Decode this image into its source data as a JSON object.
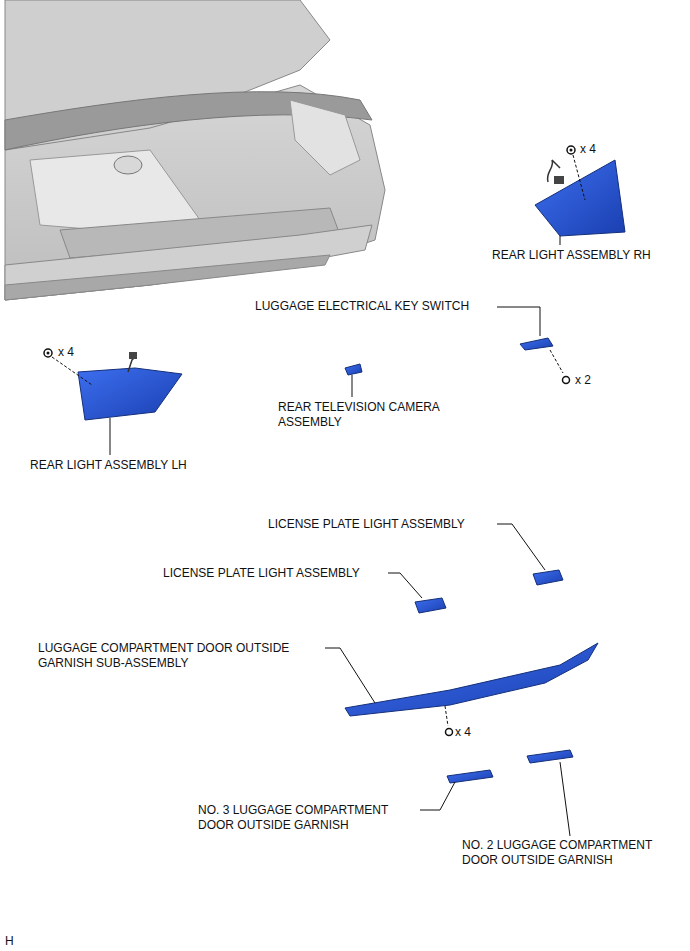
{
  "diagram": {
    "labels": [
      "x 4",
      "REAR LIGHT ASSEMBLY RH",
      "LUGGAGE ELECTRICAL KEY SWITCH",
      "x 4",
      "x 2",
      "REAR TELEVISION CAMERA ASSEMBLY",
      "REAR LIGHT ASSEMBLY LH",
      "LICENSE PLATE LIGHT ASSEMBLY",
      "LICENSE PLATE LIGHT ASSEMBLY",
      "LUGGAGE COMPARTMENT DOOR OUTSIDE GARNISH SUB-ASSEMBLY",
      "x 4",
      "NO. 3 LUGGAGE COMPARTMENT DOOR OUTSIDE GARNISH",
      "NO. 2 LUGGAGE COMPARTMENT DOOR OUTSIDE GARNISH",
      "H"
    ]
  }
}
